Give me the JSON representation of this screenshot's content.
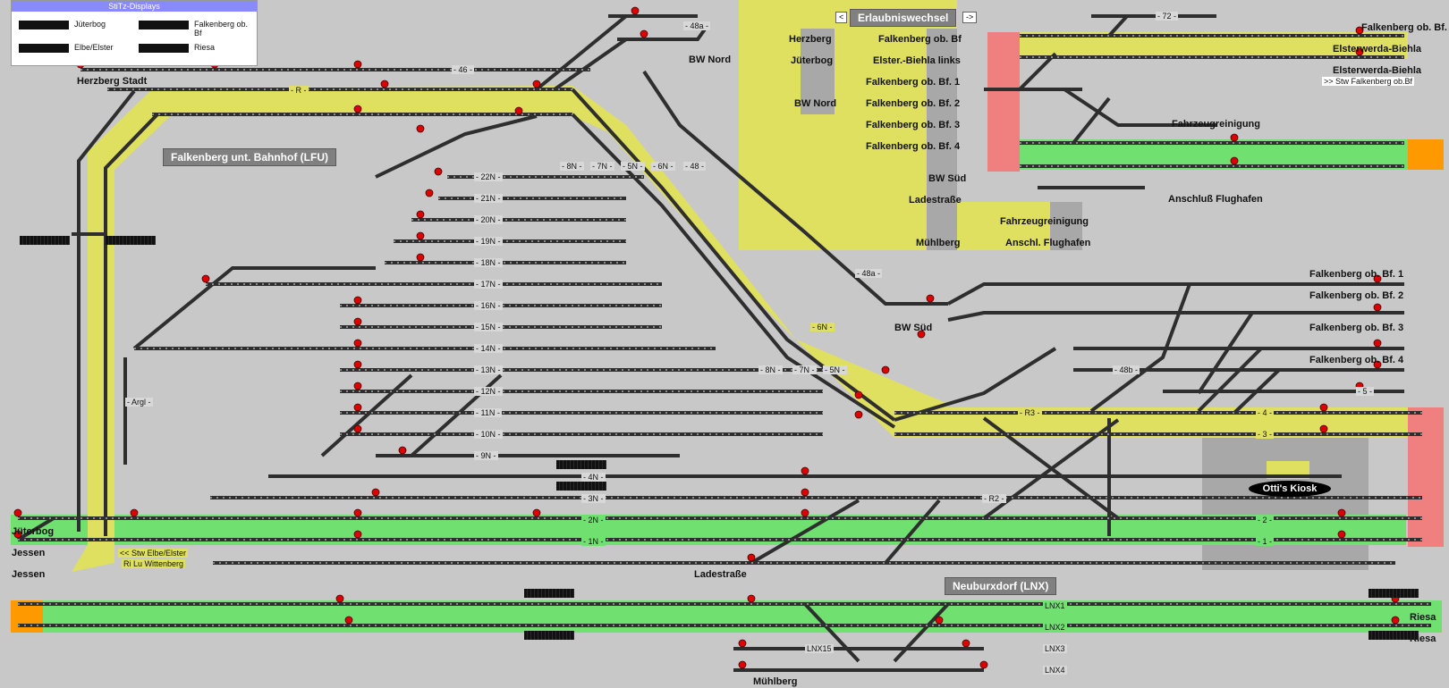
{
  "legend": {
    "title": "StiTz-Displays",
    "items": [
      "Jüterbog",
      "Falkenberg ob. Bf",
      "Elbe/Elster",
      "Riesa"
    ]
  },
  "areas": {
    "lfu": "Falkenberg unt. Bahnhof (LFU)",
    "lnx": "Neuburxdorf (LNX)",
    "erlaubnis": "Erlaubniswechsel",
    "erl_left": "<",
    "erl_right": "->",
    "kiosk": "Otti's Kiosk"
  },
  "erlaubnis_left": [
    "Herzberg",
    "Jüterbog",
    "BW Nord"
  ],
  "erlaubnis_right": [
    "Falkenberg ob. Bf",
    "Elster.-Biehla links",
    "Falkenberg ob. Bf. 1",
    "Falkenberg ob. Bf. 2",
    "Falkenberg ob. Bf. 3",
    "Falkenberg ob. Bf. 4",
    "BW Süd",
    "Ladestraße",
    "Mühlberg"
  ],
  "erlaubnis_extra": [
    "Fahrzeugreinigung",
    "Anschl. Flughafen"
  ],
  "stations": {
    "herzberg_stadt": "Herzberg Stadt",
    "bw_nord": "BW Nord",
    "juterbog": "Jüterbog",
    "jessen1": "Jessen",
    "jessen2": "Jessen",
    "stw_elbe": "<< Stw Elbe/Elster",
    "ri_lu": "Ri Lu Wittenberg",
    "ladestrasse": "Ladestraße",
    "muhlberg": "Mühlberg",
    "bw_sud": "BW Süd",
    "riesa1": "Riesa",
    "riesa2": "Riesa",
    "fob1": "Falkenberg ob. Bf.",
    "eb1": "Elsterwerda-Biehla",
    "eb2": "Elsterwerda-Biehla",
    "stw_fob": ">> Stw Falkenberg ob.Bf",
    "fahrzeug": "Fahrzeugreinigung",
    "flughafen": "Anschluß Flughafen",
    "f1": "Falkenberg ob. Bf. 1",
    "f2": "Falkenberg ob. Bf. 2",
    "f3": "Falkenberg ob. Bf. 3",
    "f4": "Falkenberg ob. Bf. 4"
  },
  "track_labels": [
    "- 46 -",
    "- R -",
    "- 48a -",
    "- 22N -",
    "- 21N -",
    "- 20N -",
    "- 19N -",
    "- 18N -",
    "- 17N -",
    "- 16N -",
    "- 15N -",
    "- 14N -",
    "- 13N -",
    "- 12N -",
    "- 11N -",
    "- 10N -",
    "- 9N -",
    "- 4N -",
    "- 3N -",
    "- 2N -",
    "- 1N -",
    "- 8N -",
    "- 7N -",
    "- 5N -",
    "- 6N -",
    "- 48 -",
    "- 48a -",
    "- 6N -",
    "- 8N -",
    "- 7N -",
    "- 5N -",
    "- R3 -",
    "- R2 -",
    "- 48b -",
    "- 4 -",
    "- 3 -",
    "- 2 -",
    "- 1 -",
    "- 5 -",
    "- 72 -",
    "- Argl -",
    "LNX1",
    "LNX2",
    "LNX15",
    "LNX3",
    "LNX4"
  ],
  "colors": {
    "background": "#c8c8c8",
    "yellow": "#e0e060",
    "green": "#70e070",
    "red": "#f08080",
    "orange": "#ff9900",
    "track": "#303030",
    "signal_red": "#dd0000",
    "signal_green": "#207020"
  }
}
